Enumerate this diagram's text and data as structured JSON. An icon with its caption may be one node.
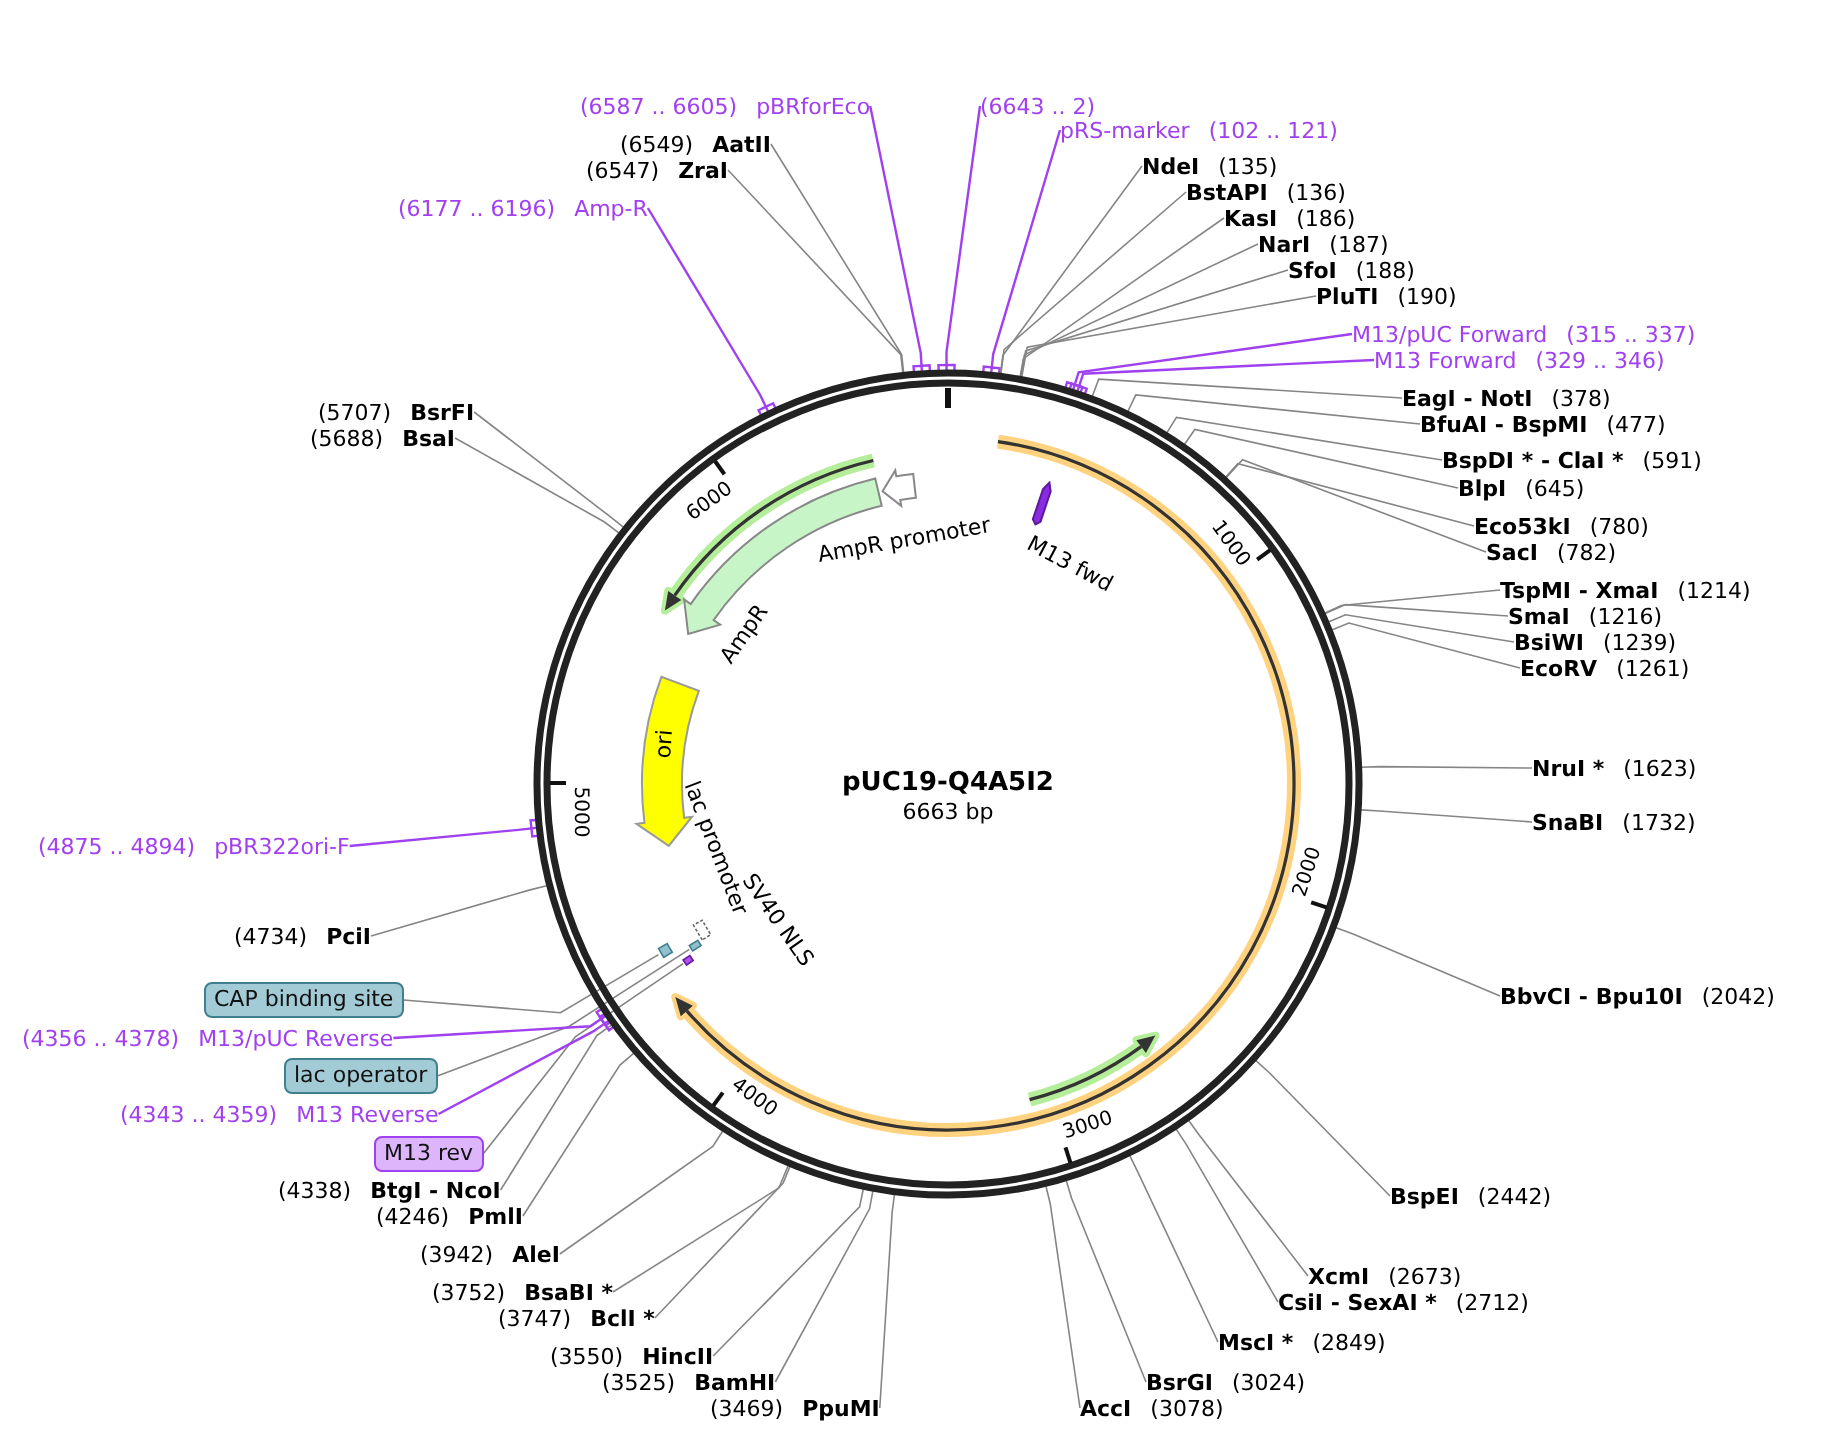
{
  "diagram": {
    "title": "pUC19-Q4A5I2",
    "nodes": [
      {
        "text": [
          "(6587 .. 6605)",
          "pBRforEco"
        ]
      },
      {
        "text": [
          "(6643 .. 2)"
        ]
      },
      {
        "text": [
          "pRS-marker",
          "(102 .. 121)"
        ]
      },
      {
        "text": [
          "(6549)",
          "AatII"
        ]
      },
      {
        "text": [
          "(6547)",
          "ZraI"
        ]
      },
      {
        "text": [
          "(6177 .. 6196)",
          "Amp-R"
        ]
      },
      {
        "text": [
          "NdeI",
          "(135)"
        ]
      },
      {
        "text": [
          "BstAPI",
          "(136)"
        ]
      },
      {
        "text": [
          "KasI",
          "(186)"
        ]
      },
      {
        "text": [
          "NarI",
          "(187)"
        ]
      },
      {
        "text": [
          "SfoI",
          "(188)"
        ]
      },
      {
        "text": [
          "PluTI",
          "(190)"
        ]
      },
      {
        "text": [
          "M13/pUC Forward",
          "(315 .. 337)"
        ]
      },
      {
        "text": [
          "M13 Forward",
          "(329 .. 346)"
        ]
      },
      {
        "text": [
          "EagI - NotI",
          "(378)"
        ]
      },
      {
        "text": [
          "BfuAI - BspMI",
          "(477)"
        ]
      },
      {
        "text": [
          "BspDI * - ClaI *",
          "(591)"
        ]
      },
      {
        "text": [
          "BlpI",
          "(645)"
        ]
      },
      {
        "text": [
          "Eco53kI",
          "(780)"
        ]
      },
      {
        "text": [
          "SacI",
          "(782)"
        ]
      },
      {
        "text": [
          "TspMI - XmaI",
          "(1214)"
        ]
      },
      {
        "text": [
          "SmaI",
          "(1216)"
        ]
      },
      {
        "text": [
          "BsiWI",
          "(1239)"
        ]
      },
      {
        "text": [
          "EcoRV",
          "(1261)"
        ]
      },
      {
        "text": [
          "NruI *",
          "(1623)"
        ]
      },
      {
        "text": [
          "SnaBI",
          "(1732)"
        ]
      },
      {
        "text": [
          "BbvCI - Bpu10I",
          "(2042)"
        ]
      },
      {
        "text": [
          "BspEI",
          "(2442)"
        ]
      },
      {
        "text": [
          "XcmI",
          "(2673)"
        ]
      },
      {
        "text": [
          "CsiI - SexAI *",
          "(2712)"
        ]
      },
      {
        "text": [
          "MscI *",
          "(2849)"
        ]
      },
      {
        "text": [
          "BsrGI",
          "(3024)"
        ]
      },
      {
        "text": [
          "AccI",
          "(3078)"
        ]
      },
      {
        "text": [
          "(3469)",
          "PpuMI"
        ]
      },
      {
        "text": [
          "(3525)",
          "BamHI"
        ]
      },
      {
        "text": [
          "(3550)",
          "HincII"
        ]
      },
      {
        "text": [
          "(3747)",
          "BclI *"
        ]
      },
      {
        "text": [
          "(3752)",
          "BsaBI *"
        ]
      },
      {
        "text": [
          "(3942)",
          "AleI"
        ]
      },
      {
        "text": [
          "(4246)",
          "PmlI"
        ]
      },
      {
        "text": [
          "(4338)",
          "BtgI - NcoI"
        ]
      },
      {
        "text": [
          "M13 rev"
        ]
      },
      {
        "text": [
          "(4343 .. 4359)",
          "M13 Reverse"
        ]
      },
      {
        "text": [
          "lac operator"
        ]
      },
      {
        "text": [
          "(4356 .. 4378)",
          "M13/pUC Reverse"
        ]
      },
      {
        "text": [
          "CAP binding site"
        ]
      },
      {
        "text": [
          "(4734)",
          "PciI"
        ]
      },
      {
        "text": [
          "(4875 .. 4894)",
          "pBR322ori-F"
        ]
      },
      {
        "text": [
          "(5688)",
          "BsaI"
        ]
      },
      {
        "text": [
          "(5707)",
          "BsrFI"
        ]
      },
      {
        "text": [
          "AmpR promoter"
        ]
      },
      {
        "text": [
          "AmpR"
        ]
      },
      {
        "text": [
          "ori"
        ]
      },
      {
        "text": [
          "M13 fwd"
        ]
      },
      {
        "text": [],
        "shape": "bar"
      },
      {
        "text": [],
        "shape": "bar"
      },
      {
        "text": [],
        "shape": "bar"
      }
    ],
    "edges": [
      {
        "from": 0,
        "to": null,
        "arrow": "none",
        "color": "#a040f0"
      },
      {
        "from": 1,
        "to": null,
        "arrow": "none",
        "color": "#a040f0"
      },
      {
        "from": 2,
        "to": null,
        "arrow": "none",
        "color": "#a040f0"
      },
      {
        "from": 3,
        "to": null,
        "arrow": "none"
      },
      {
        "from": 4,
        "to": null,
        "arrow": "none"
      },
      {
        "from": 5,
        "to": null,
        "arrow": "none",
        "color": "#a040f0"
      },
      {
        "from": 6,
        "to": null,
        "arrow": "none"
      },
      {
        "from": 7,
        "to": null,
        "arrow": "none"
      },
      {
        "from": 8,
        "to": null,
        "arrow": "none"
      },
      {
        "from": 9,
        "to": null,
        "arrow": "none"
      },
      {
        "from": 10,
        "to": null,
        "arrow": "none"
      },
      {
        "from": 11,
        "to": null,
        "arrow": "none"
      },
      {
        "from": 12,
        "to": null,
        "arrow": "none",
        "color": "#a040f0"
      },
      {
        "from": 13,
        "to": null,
        "arrow": "none",
        "color": "#a040f0"
      },
      {
        "from": 14,
        "to": null,
        "arrow": "none"
      },
      {
        "from": 15,
        "to": null,
        "arrow": "none"
      },
      {
        "from": 16,
        "to": null,
        "arrow": "none"
      },
      {
        "from": 17,
        "to": null,
        "arrow": "none"
      },
      {
        "from": 18,
        "to": null,
        "arrow": "none"
      },
      {
        "from": 19,
        "to": null,
        "arrow": "none"
      },
      {
        "from": 20,
        "to": null,
        "arrow": "none"
      },
      {
        "from": 21,
        "to": null,
        "arrow": "none"
      },
      {
        "from": 22,
        "to": null,
        "arrow": "none"
      },
      {
        "from": 23,
        "to": null,
        "arrow": "none"
      },
      {
        "from": 24,
        "to": null,
        "arrow": "none"
      },
      {
        "from": 25,
        "to": null,
        "arrow": "none"
      },
      {
        "from": 26,
        "to": null,
        "arrow": "none"
      },
      {
        "from": 27,
        "to": null,
        "arrow": "none"
      },
      {
        "from": 28,
        "to": null,
        "arrow": "none"
      },
      {
        "from": 29,
        "to": null,
        "arrow": "none"
      },
      {
        "from": 30,
        "to": null,
        "arrow": "none"
      },
      {
        "from": 31,
        "to": null,
        "arrow": "none"
      },
      {
        "from": 32,
        "to": null,
        "arrow": "none"
      },
      {
        "from": 33,
        "to": null,
        "arrow": "none"
      },
      {
        "from": 34,
        "to": null,
        "arrow": "none"
      },
      {
        "from": 35,
        "to": null,
        "arrow": "none"
      },
      {
        "from": 36,
        "to": null,
        "arrow": "none"
      },
      {
        "from": 37,
        "to": null,
        "arrow": "none"
      },
      {
        "from": 38,
        "to": null,
        "arrow": "none"
      },
      {
        "from": 39,
        "to": null,
        "arrow": "none"
      },
      {
        "from": 40,
        "to": null,
        "arrow": "none"
      },
      {
        "from": 41,
        "to": 54,
        "arrow": "none"
      },
      {
        "from": 42,
        "to": null,
        "arrow": "none",
        "color": "#a040f0"
      },
      {
        "from": 43,
        "to": 55,
        "arrow": "none"
      },
      {
        "from": 44,
        "to": null,
        "arrow": "none",
        "color": "#a040f0"
      },
      {
        "from": 45,
        "to": 56,
        "arrow": "none"
      },
      {
        "from": 46,
        "to": null,
        "arrow": "none"
      },
      {
        "from": 47,
        "to": null,
        "arrow": "none",
        "color": "#a040f0"
      },
      {
        "from": 48,
        "to": null,
        "arrow": "none"
      },
      {
        "from": 49,
        "to": null,
        "arrow": "none"
      }
    ],
    "labels": [
      "6663 bp",
      "1000",
      "2000",
      "3000",
      "4000",
      "5000",
      "6000",
      "lac promoter",
      "SV40 NLS"
    ]
  }
}
